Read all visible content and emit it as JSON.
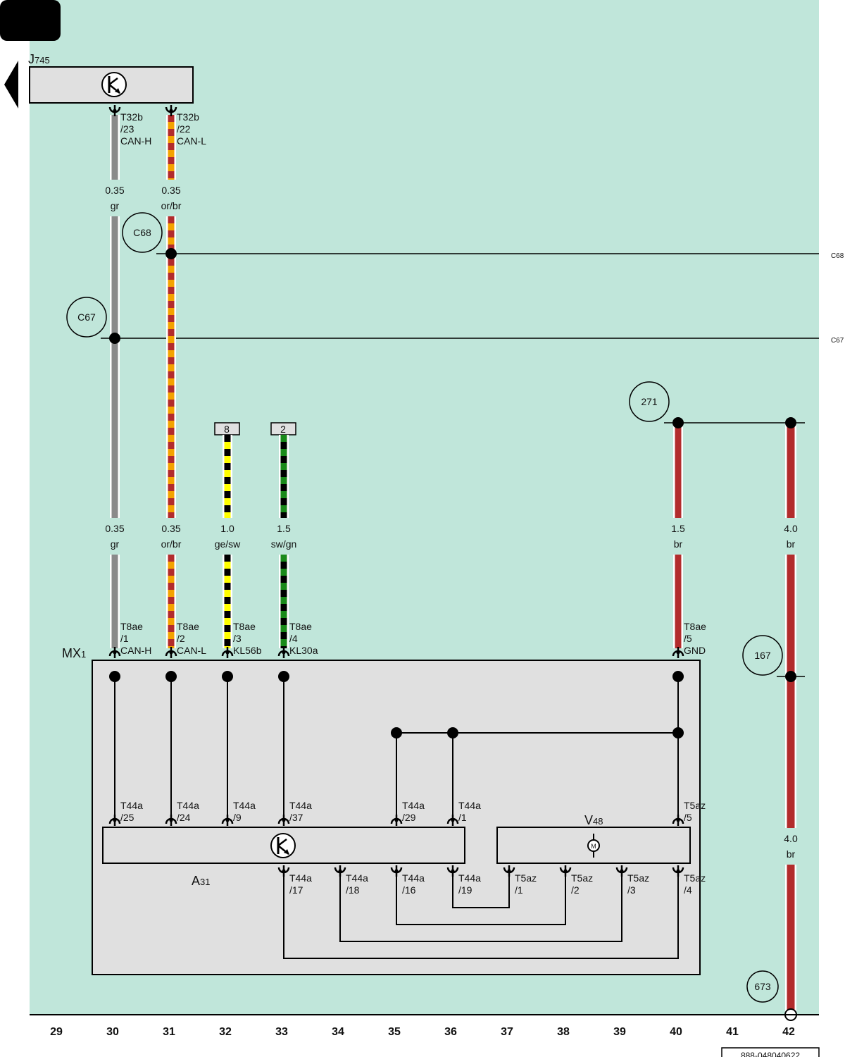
{
  "page": {
    "header_box_label": "",
    "footer_code": "888-048040622"
  },
  "components": {
    "j745": {
      "label": "J",
      "sub": "745"
    },
    "mx1": {
      "label": "MX",
      "sub": "1"
    },
    "a31": {
      "label": "A",
      "sub": "31"
    },
    "v48": {
      "label": "V",
      "sub": "48"
    },
    "motor_symbol": "M"
  },
  "edge_labels": {
    "c68": "C68",
    "c67": "C67"
  },
  "circle_refs": {
    "c68": "C68",
    "c67": "C67",
    "r271": "271",
    "r167": "167",
    "r673": "673"
  },
  "grid_numbers": [
    "29",
    "30",
    "31",
    "32",
    "33",
    "34",
    "35",
    "36",
    "37",
    "38",
    "39",
    "40",
    "41",
    "42"
  ],
  "wires": [
    {
      "id": "w30",
      "gauge": "0.35",
      "color": "gr",
      "colors": [
        "#8a8a8a"
      ]
    },
    {
      "id": "w31",
      "gauge": "0.35",
      "color": "or/br",
      "colors": [
        "#f4a300",
        "#b22c2c"
      ]
    },
    {
      "id": "w32",
      "gauge": "1.0",
      "color": "ge/sw",
      "colors": [
        "#ffff00",
        "#000000"
      ]
    },
    {
      "id": "w33",
      "gauge": "1.5",
      "color": "sw/gn",
      "colors": [
        "#000000",
        "#1a8a1a"
      ]
    },
    {
      "id": "w40",
      "gauge": "1.5",
      "color": "br",
      "colors": [
        "#b22c2c"
      ]
    },
    {
      "id": "w42",
      "gauge": "4.0",
      "color": "br",
      "colors": [
        "#b22c2c"
      ]
    }
  ],
  "upper_wire_labels": {
    "w30": {
      "gauge": "0.35",
      "color": "gr"
    },
    "w31": {
      "gauge": "0.35",
      "color": "or/br"
    }
  },
  "lower_w42_label": {
    "gauge": "4.0",
    "color": "br"
  },
  "fuse_boxes": {
    "f8": "8",
    "f2": "2"
  },
  "pins": {
    "j745_23": [
      "T32b",
      "/23",
      "CAN-H"
    ],
    "j745_22": [
      "T32b",
      "/22",
      "CAN-L"
    ],
    "mx_1": [
      "T8ae",
      "/1",
      "CAN-H"
    ],
    "mx_2": [
      "T8ae",
      "/2",
      "CAN-L"
    ],
    "mx_3": [
      "T8ae",
      "/3",
      "KL56b"
    ],
    "mx_4": [
      "T8ae",
      "/4",
      "KL30a"
    ],
    "mx_5": [
      "T8ae",
      "/5",
      "GND"
    ],
    "a_25": [
      "T44a",
      "/25"
    ],
    "a_24": [
      "T44a",
      "/24"
    ],
    "a_9": [
      "T44a",
      "/9"
    ],
    "a_37": [
      "T44a",
      "/37"
    ],
    "a_29": [
      "T44a",
      "/29"
    ],
    "a_1": [
      "T44a",
      "/1"
    ],
    "v_5": [
      "T5az",
      "/5"
    ],
    "a_17": [
      "T44a",
      "/17"
    ],
    "a_18": [
      "T44a",
      "/18"
    ],
    "a_16": [
      "T44a",
      "/16"
    ],
    "a_19": [
      "T44a",
      "/19"
    ],
    "v_1": [
      "T5az",
      "/1"
    ],
    "v_2": [
      "T5az",
      "/2"
    ],
    "v_3": [
      "T5az",
      "/3"
    ],
    "v_4": [
      "T5az",
      "/4"
    ]
  },
  "colors": {
    "background": "#c0e6da",
    "component_fill": "#e0e0e0",
    "gray_wire": "#8a8a8a",
    "orange": "#f4a300",
    "brown_red": "#b22c2c",
    "yellow": "#ffff00",
    "green": "#1a8a1a"
  }
}
